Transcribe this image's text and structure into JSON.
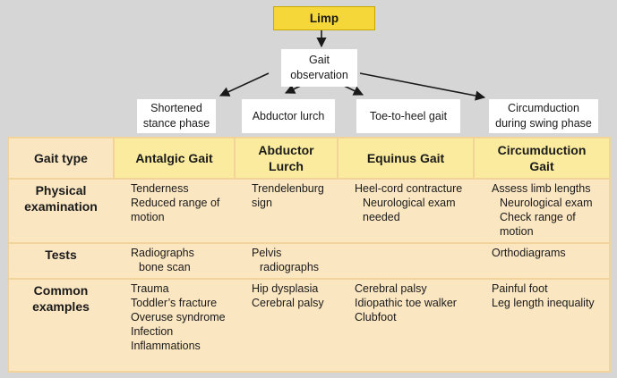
{
  "root": "Limp",
  "observation": "Gait\nobservation",
  "gaits": [
    {
      "label": "Shortened\nstance phase"
    },
    {
      "label": "Abductor lurch"
    },
    {
      "label": "Toe-to-heel gait"
    },
    {
      "label": "Circumduction\nduring swing phase"
    }
  ],
  "table": {
    "corner": "Gait type",
    "columns": [
      "Antalgic Gait",
      "Abductor\nLurch",
      "Equinus Gait",
      "Circumduction\nGait"
    ],
    "rows": [
      {
        "label": "Physical\nexamination",
        "cells": [
          [
            {
              "t": "Tenderness"
            },
            {
              "t": "Reduced range of"
            },
            {
              "t": "motion"
            }
          ],
          [
            {
              "t": "Trendelenburg"
            },
            {
              "t": "sign"
            }
          ],
          [
            {
              "t": "Heel-cord contracture"
            },
            {
              "t": "Neurological exam",
              "i": 1
            },
            {
              "t": "needed",
              "i": 1
            }
          ],
          [
            {
              "t": "Assess limb lengths"
            },
            {
              "t": "Neurological exam",
              "i": 1
            },
            {
              "t": "Check range of",
              "i": 1
            },
            {
              "t": "motion",
              "i": 1
            }
          ]
        ]
      },
      {
        "label": "Tests",
        "cells": [
          [
            {
              "t": "Radiographs"
            },
            {
              "t": "bone scan",
              "i": 1
            }
          ],
          [
            {
              "t": "Pelvis"
            },
            {
              "t": "radiographs",
              "i": 1
            }
          ],
          [],
          [
            {
              "t": "Orthodiagrams"
            }
          ]
        ]
      },
      {
        "label": "Common\nexamples",
        "cells": [
          [
            {
              "t": "Trauma"
            },
            {
              "t": "Toddler’s fracture"
            },
            {
              "t": "Overuse syndrome"
            },
            {
              "t": "Infection"
            },
            {
              "t": "Inflammations"
            }
          ],
          [
            {
              "t": "Hip dysplasia"
            },
            {
              "t": "Cerebral palsy"
            }
          ],
          [
            {
              "t": "Cerebral palsy"
            },
            {
              "t": "Idiopathic toe walker"
            },
            {
              "t": "Clubfoot"
            }
          ],
          [
            {
              "t": "Painful foot"
            },
            {
              "t": "Leg length inequality"
            }
          ]
        ]
      }
    ]
  }
}
